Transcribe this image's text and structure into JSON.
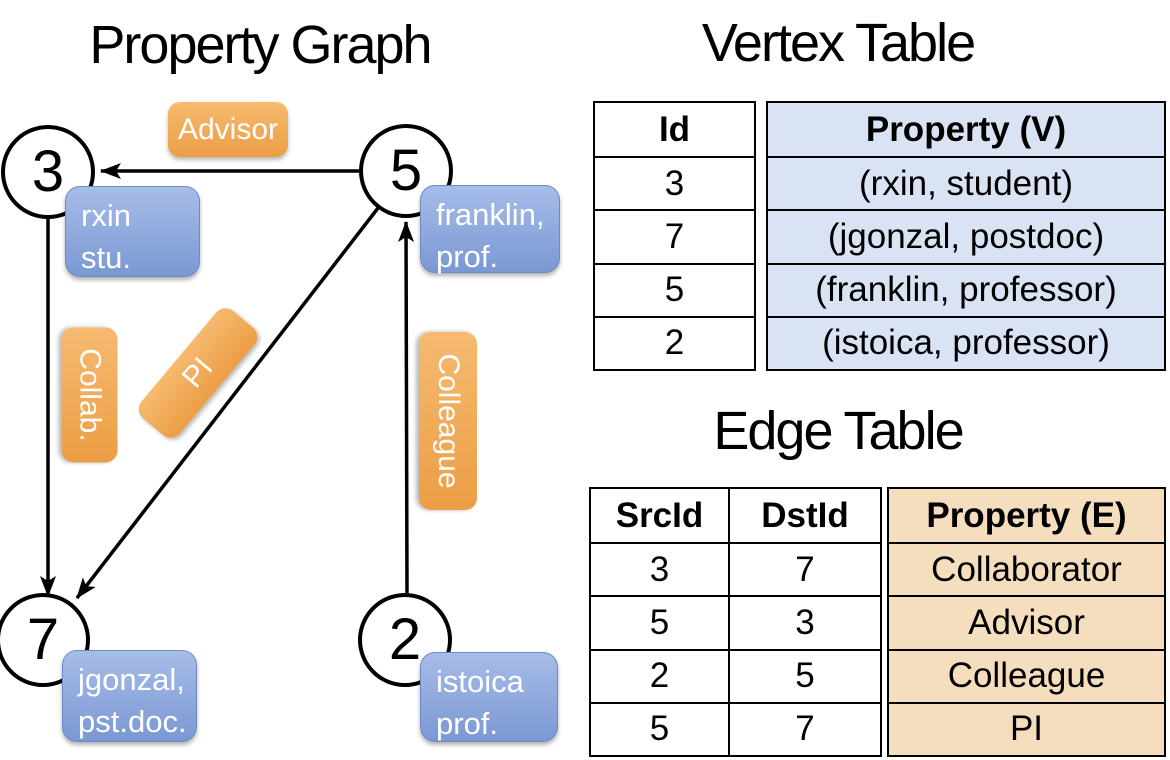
{
  "slide": {
    "graph_title": "Property Graph",
    "vertex_table_title": "Vertex Table",
    "edge_table_title": "Edge Table"
  },
  "graph": {
    "nodes": [
      {
        "id": "3",
        "prop1": "rxin",
        "prop2": "stu."
      },
      {
        "id": "5",
        "prop1": "franklin,",
        "prop2": "prof."
      },
      {
        "id": "7",
        "prop1": "jgonzal,",
        "prop2": "pst.doc."
      },
      {
        "id": "2",
        "prop1": "istoica",
        "prop2": "prof."
      }
    ],
    "edge_labels": {
      "advisor": "Advisor",
      "collab": "Collab.",
      "pi": "PI",
      "colleague": "Colleague"
    },
    "edges": [
      {
        "src": "5",
        "dst": "3",
        "label": "Advisor"
      },
      {
        "src": "3",
        "dst": "7",
        "label": "Collab."
      },
      {
        "src": "5",
        "dst": "7",
        "label": "PI"
      },
      {
        "src": "2",
        "dst": "5",
        "label": "Colleague"
      }
    ]
  },
  "vertex_table": {
    "headers": [
      "Id",
      "Property (V)"
    ],
    "rows": [
      [
        "3",
        "(rxin, student)"
      ],
      [
        "7",
        "(jgonzal, postdoc)"
      ],
      [
        "5",
        "(franklin, professor)"
      ],
      [
        "2",
        "(istoica, professor)"
      ]
    ]
  },
  "edge_table": {
    "headers": [
      "SrcId",
      "DstId",
      "Property (E)"
    ],
    "rows": [
      [
        "3",
        "7",
        "Collaborator"
      ],
      [
        "5",
        "3",
        "Advisor"
      ],
      [
        "2",
        "5",
        "Colleague"
      ],
      [
        "5",
        "7",
        "PI"
      ]
    ]
  },
  "colors": {
    "edge_label_orange": "#EFA44E",
    "node_property_blue": "#8CA6DB",
    "vertex_cell_fill": "#DAE3F4",
    "edge_cell_fill": "#F5DEBE",
    "line_black": "#000000"
  }
}
